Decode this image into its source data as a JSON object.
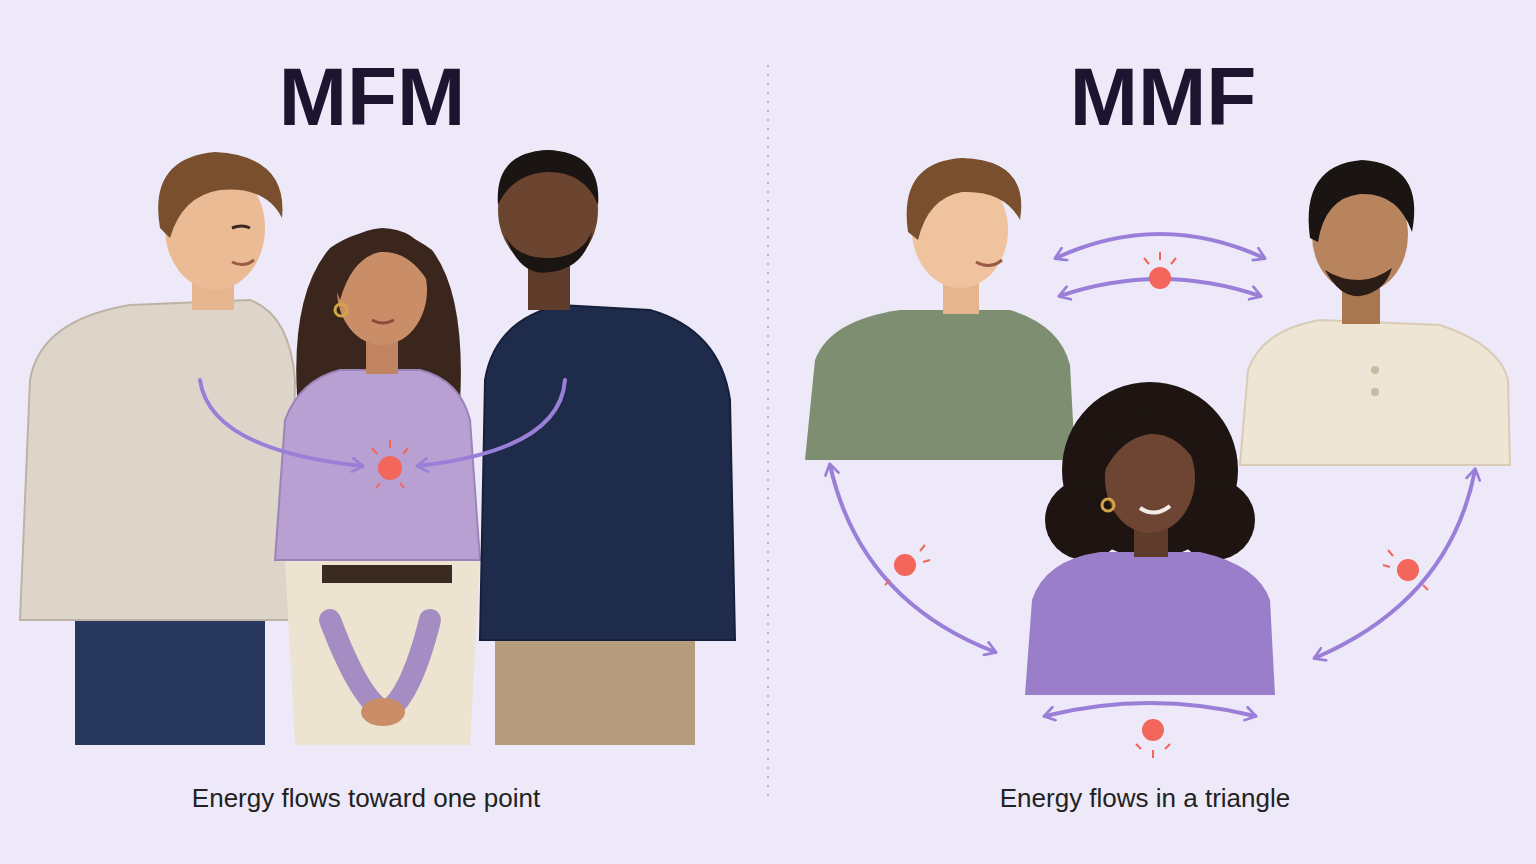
{
  "diagram": {
    "labels": [
      "MFM",
      "Energy flows toward one point",
      "MMF",
      "Energy flows in a triangle"
    ]
  }
}
